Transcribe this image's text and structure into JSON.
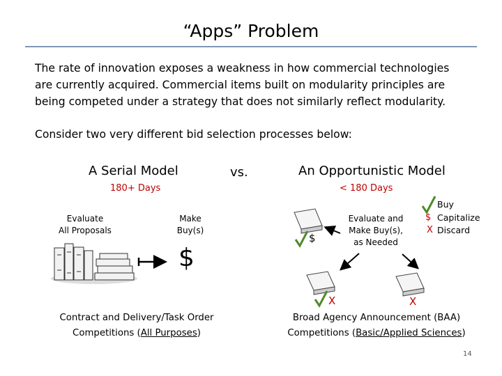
{
  "slide": {
    "title": "“Apps” Problem",
    "para_lines": [
      "The rate of innovation exposes a weakness in how commercial technologies",
      "are currently acquired.  Commercial items built on modularity principles are",
      "being competed under a strategy that does not similarly reflect modularity."
    ],
    "consider": "Consider two very different bid selection processes below:",
    "vs": "vs.",
    "page_number": "14"
  },
  "serial": {
    "heading": "A Serial Model",
    "days": "180+ Days",
    "evaluate_line1": "Evaluate",
    "evaluate_line2": "All Proposals",
    "make_line1": "Make",
    "make_line2": "Buy(s)",
    "dollar": "$",
    "caption_line1": "Contract and Delivery/Task Order",
    "caption_line2_pre": "Competitions (",
    "caption_line2_u": "All Purposes",
    "caption_line2_post": ")"
  },
  "opportunistic": {
    "heading": "An Opportunistic Model",
    "days": "< 180 Days",
    "evaluate_line1": "Evaluate and",
    "evaluate_line2": "Make Buy(s),",
    "evaluate_line3": "as Needed",
    "legend": {
      "buy": "Buy",
      "capitalize_symbol": "$",
      "capitalize": "Capitalize",
      "discard_symbol": "X",
      "discard": "Discard"
    },
    "mark_dollar": "$",
    "mark_x_left": "X",
    "mark_x_right": "X",
    "caption_line1": "Broad Agency Announcement (BAA)",
    "caption_line2_pre": "Competitions (",
    "caption_line2_u": "Basic/Applied Sciences",
    "caption_line2_post": ")"
  },
  "colors": {
    "accent_red": "#c00000",
    "check_green": "#4e8a2a",
    "rule": "#7f96b4"
  },
  "icons": [
    "book-stack-icon",
    "book-icon",
    "check-icon",
    "arrow-icon"
  ]
}
